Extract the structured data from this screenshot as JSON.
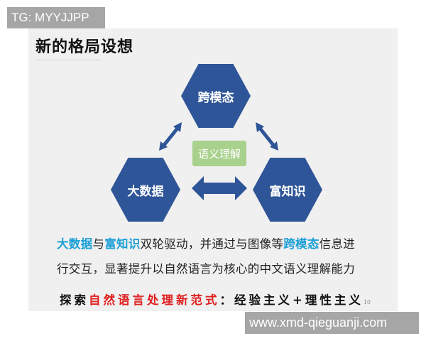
{
  "watermark_top": "TG: MYYJJPP",
  "watermark_bottom": "www.xmd-qieguanji.com",
  "slide": {
    "title": "新的格局设想",
    "nodes": {
      "top": "跨模态",
      "left": "大数据",
      "right": "富知识",
      "center": "语义理解"
    },
    "colors": {
      "hexagon": "#2e5597",
      "center_box": "#a8d18d",
      "highlight": "#1ba0d8",
      "red": "#e02020"
    },
    "paragraph": {
      "p1_hl": "大数据",
      "p2": "与",
      "p3_hl": "富知识",
      "p4": "双轮驱动，并通过与图像等",
      "p5_hl": "跨模态",
      "p6": "信息进",
      "line2": "行交互，显著提升以自然语言为核心的中文语义理解能力"
    },
    "motto": {
      "prefix": "探索",
      "red": "自然语言处理新范式",
      "suffix": "：经验主义+理性主义"
    },
    "page_number": "10"
  }
}
